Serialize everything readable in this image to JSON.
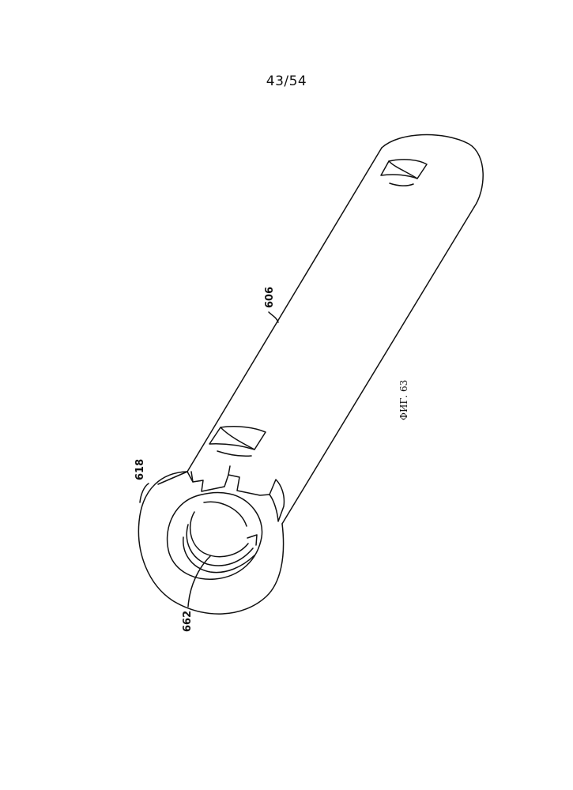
{
  "page": {
    "number": "43/54"
  },
  "figure": {
    "caption": "ФИГ. 63"
  },
  "labels": {
    "tube": "606",
    "flange": "618",
    "thread": "662"
  },
  "colors": {
    "line": "#111111",
    "background": "#ffffff"
  }
}
